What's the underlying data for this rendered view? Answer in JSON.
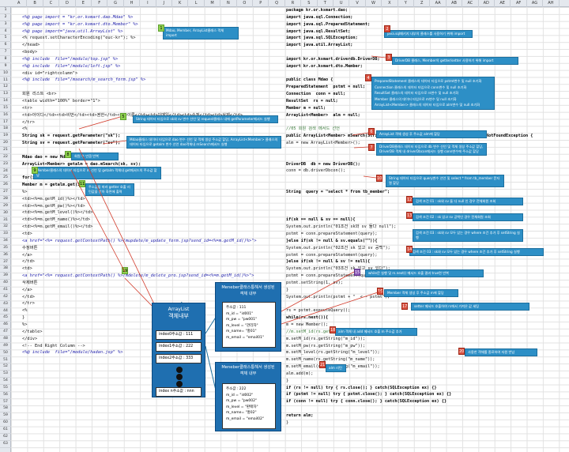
{
  "columns": [
    "A",
    "B",
    "C",
    "D",
    "E",
    "F",
    "G",
    "H",
    "I",
    "J",
    "K",
    "L",
    "M",
    "N",
    "O",
    "P",
    "Q",
    "R",
    "S",
    "T",
    "U",
    "V",
    "W",
    "X",
    "Y",
    "Z",
    "AA",
    "AB",
    "AC",
    "AD",
    "AE",
    "AF",
    "AG",
    "AH"
  ],
  "left_code": [
    "",
    "<%@ page import = \"kr.or.ksmart.dao.Mdao\" %>",
    "<%@ page import = \"kr.or.ksmart.dto.Member\" %>",
    "<%@ page import=\"java.util.ArrayList\" %>",
    "<% request.setCharacterEncoding(\"euc-kr\"); %>",
    "</head>",
    "<body>",
    "<%@ include  file=\"/module/top.jsp\" %>",
    "<%@ include  file=\"/module/left.jsp\" %>",
    "<div id=\"rightcolumn\">",
    "<%@ include  file=\"/msearch/m_search_form.jsp\" %>",
    "",
    "회원 리스트 <br>",
    "<table width=\"100%\" border=\"1\">",
    "<tr>",
    "<td>아이디</td><td>비번</td><td>권한</td><td>이름</td><td>이메일</td><td>수정</td><td>삭제</td>",
    "</tr>",
    "<%",
    "String sk = request.getParameter(\"sk\");",
    "String sv = request.getParameter(\"sv\");",
    "",
    "Mdao dao = new Mdao();",
    "ArrayList<Member> getalm = dao.mSearch(sk, sv);",
    "",
    "for(int i=0; i<getalm.size(); i++){",
    "Member m = getalm.get(i);",
    "%>",
    "<td><%=m.getM_id()%></td>",
    "<td><%=m.getM_pw()%></td>",
    "<td><%=m.getM_level()%></td>",
    "<td><%=m.getM_name()%></td>",
    "<td><%=m.getM_email()%></td>",
    "<td>",
    "<a href=\"<%= request.getContextPath() %>/mupdate/m_update_form.jsp?send_id=<%=m.getM_id()%>\">",
    "수정버튼",
    "</a>",
    "</td>",
    "<td>",
    "<a href=\"<%= request.getContextPath() %>/mdelete/m_delete_pro.jsp?send_id=<%=m.getM_id()%>\">",
    "삭제버튼",
    "</a>",
    "</td>",
    "</tr>",
    "<%",
    "}",
    "%>",
    "</table>",
    "</div>",
    "<!-- End Right Column -->",
    "<%@ include  file=\"/module/hadan.jsp\" %>"
  ],
  "right_code": [
    "package kr.or.ksmart.dao;",
    "import java.sql.Connection;",
    "import java.sql.PreparedStatement;",
    "import java.sql.ResultSet;",
    "import java.sql.SQLException;",
    "import java.util.ArrayList;",
    "",
    "import kr.or.ksmart.driverdb.DriverDB;",
    "import kr.or.ksmart.dto.Member;",
    "",
    "public class Mdao {",
    "PreparedStatement  pstmt = null;",
    "Connection  conn = null;",
    "ResultSet  rs = null;",
    "Member m = null;",
    "ArrayList<Member>  alm = null;",
    "",
    "//05 회원 검색 메서드 선언",
    "public ArrayList<Member> mSearch(String sk, String sv) throws SQLException, ClassNotFoundException {",
    "alm = new ArrayList<Member>();",
    "",
    "",
    "DriverDB  db = new DriverDB();",
    "conn = db.driverDbcon();",
    "",
    "",
    "String  query = \"select * from tb_member\";",
    "",
    "",
    "",
    "if(sk == null & sv == null){",
    "System.out.println(\"01조건 sk와 sv 둘다 null\");",
    "pstmt = conn.prepareStatement(query);",
    "}else if(sk != null & sv.equals(\"\")){",
    "System.out.println(\"02조건 sk 있고 sv 공백\");",
    "pstmt = conn.prepareStatement(query);",
    "}else if(sk != null & sv != null){",
    "System.out.println(\"03조건 sk 있고 sv 있다\");",
    "pstmt = conn.prepareStatement(query+\"  where \"+sk+\"=?\");",
    "pstmt.setString(1, sv);",
    "}",
    "System.out.println(pstmt + \"  <-- pstmt\");",
    "",
    "rs = pstmt.executeQuery();",
    "while(rs.next()){",
    "m = new Member();",
    "//m.setM_id(rs.getString(\"m_id\"));",
    "m.setM_id(rs.getString(\"m_id\"));",
    "m.setM_pw(rs.getString(\"m_pw\"));",
    "m.setM_level(rs.getString(\"m_level\"));",
    "m.setM_name(rs.getString(\"m_name\"));",
    "m.setM_email(rs.getString(\"m_email\"));",
    "alm.add(m);",
    "}",
    "if (rs != null) try { rs.close(); } catch(SQLException ex) {}",
    "if (pstmt != null) try { pstmt.close(); } catch(SQLException ex) {}",
    "if (conn != null) try { conn.close(); } catch(SQLException ex) {}",
    "",
    "return alm;",
    "}"
  ],
  "notes": {
    "n1": "Mdao, Member, ArrayList클래스 객체 import",
    "n2": "java.sql패키지 내부의 클래스를 사용하기 위해 import",
    "n3": "DriverDB 클래스, Member의 getter/setter 사용하기 위해 import",
    "n4a": "PreparedStatement 클래스의 데이터 타입으로 pstmt변수 및 null 초기화",
    "n4b": "Connection 클래스의 데이터 타입으로 conn변수 및 null 초기화",
    "n4c": "ResultSet 클래스의 데이터 타입으로 rs변수 및 null 초기화",
    "n4d": "Member 클래스의 데이터 타입으로 m변수 및 null 초기화",
    "n4e": "ArrayList<Member> 클래스의 데이터 타입으로 alm변수 및 null 초기화",
    "n5": "String 데이터 타입으로 sk와 sv 변수 선언 및 request클래스 내에 getParameter메서드 실행",
    "n6": "Mdao클래스 데이터 타입으로 dao 변수 선언 및 객체 생성 주소값 할당, ArrayList<Member> 클래스의 데이터 타입으로 getalm 변수 선언 dao객체내 mSearch메서드 실행",
    "n7": "회원 수 만큼 반복",
    "n8": "Member클래스의 데이터 타입으로 m 선언 및 getalm 객체내 get메서드의 주소값 할당",
    "n9": "주소값을 따라 getter 호출 리턴값을 받아 화면에 출력",
    "n10": "ArrayList 객체 생성 후 주소값 alm에 할당",
    "n11": "DriverDB클래스 데이터 타입으로 db 변수 선언 및 객체 생성 주소값 할당, DriverDB 객체 내 driverDbcon메서드 실행 conn변수에 주소값 할당",
    "n12": "String 데이터 타입으로 query변수 선언 및 select * from tb_member 문자열 할당",
    "n13": "검색 조건 01 : sk와 sv 둘 다 null 인 경우 전체회원 조회",
    "n14": "검색 조건 02 : sk 있고 sv 공백인 경우 전체회원 조회",
    "n15": "검색 조건 03 : sk와 sv 모두 있는 경우 where 조건 추가 후 setString 실행",
    "n16": "while문 실행 및 rs.next() 메서드 호출 결과 true면 반복",
    "n17": "Member 객체 생성 후 주소값 m에 할당",
    "n18": "setter 메서드 호출하여 rs에서 가져온 값 세팅",
    "n19": "alm 객체 내 add 메서드 호출 m 주소값 추가",
    "n20": "사용한 객체를 종료하여 자원 반납",
    "n21": "alm 리턴"
  },
  "arraylist": {
    "title1": "ArrayList",
    "title2": "객체내부",
    "items": [
      "index0주소값 : 111",
      "index1주소값 : 222",
      "index2주소값 : 333",
      "index n주소값 : nnn"
    ]
  },
  "member_panel_1": {
    "title": "Meneber클래스통해서 생성된 객체 내부",
    "lines": [
      "주소값 : 111",
      "m_id = \"id001\"",
      "m_pw = \"pw001\"",
      "m_level = \"관리자\"",
      "m_name= \"홍01\"",
      "m_email = \"email01\""
    ]
  },
  "member_panel_2": {
    "title": "Meneber클래스통해서 생성된 객체 내부",
    "lines": [
      "주소값 : 222",
      "m_id = \"id002\"",
      "m_pw = \"pw002\"",
      "m_level = \"판매자\"",
      "m_name= \"홍02\"",
      "m_email = \"email02\""
    ]
  },
  "marks": [
    "1",
    "2",
    "3",
    "4",
    "5",
    "6",
    "7",
    "8",
    "9",
    "10",
    "11",
    "12",
    "13",
    "14",
    "15",
    "16",
    "17",
    "18",
    "19",
    "20",
    "21"
  ],
  "colors": {
    "note": "#2d8fc6",
    "panel": "#1f6fb0",
    "keyword": "#7a0a3a",
    "string": "#1a1aa8",
    "mark_green": "#8fd14f",
    "mark_red": "#d9503f",
    "arrow_red": "#d23b2b"
  }
}
